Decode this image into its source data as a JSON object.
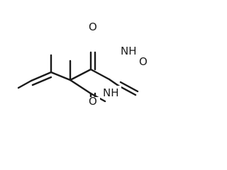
{
  "molecule": {
    "atoms": [
      {
        "id": "O_top",
        "label": "O"
      },
      {
        "id": "NH_right",
        "label": "NH"
      },
      {
        "id": "O_right",
        "label": "O"
      },
      {
        "id": "NH_bottom",
        "label": "NH"
      },
      {
        "id": "O_bottom",
        "label": "O"
      }
    ]
  }
}
